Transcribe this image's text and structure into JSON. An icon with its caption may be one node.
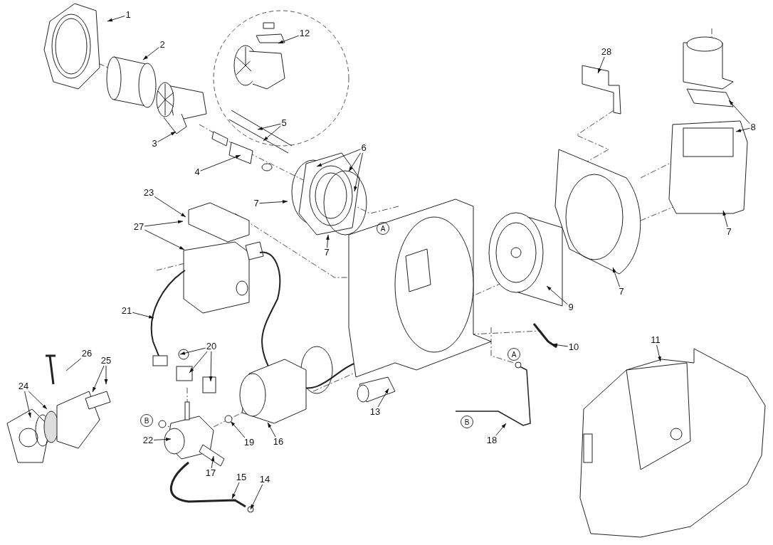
{
  "diagram": {
    "nodes": [
      {
        "text": [
          "1"
        ]
      },
      {
        "text": [
          "12"
        ]
      },
      {
        "text": [
          "2"
        ]
      },
      {
        "text": [
          "28"
        ]
      },
      {
        "text": [
          "5"
        ]
      },
      {
        "text": [
          "8"
        ]
      },
      {
        "text": [
          "3"
        ]
      },
      {
        "text": [
          "6"
        ]
      },
      {
        "text": [
          "4"
        ]
      },
      {
        "text": [
          "23"
        ]
      },
      {
        "text": [
          "7"
        ]
      },
      {
        "text": [
          "27"
        ]
      },
      {
        "text": [
          "7"
        ]
      },
      {
        "text": [
          "7"
        ]
      },
      {
        "text": [
          "7"
        ]
      },
      {
        "text": [
          "9"
        ]
      },
      {
        "text": [
          "21"
        ]
      },
      {
        "text": [
          "11"
        ]
      },
      {
        "text": [
          "20"
        ]
      },
      {
        "text": [
          "10"
        ]
      },
      {
        "text": [
          "26"
        ]
      },
      {
        "text": [
          "25"
        ]
      },
      {
        "text": [
          "24"
        ]
      },
      {
        "text": [
          "13"
        ]
      },
      {
        "text": [
          "22"
        ]
      },
      {
        "text": [
          "19"
        ]
      },
      {
        "text": [
          "18"
        ]
      },
      {
        "text": [
          "16"
        ]
      },
      {
        "text": [
          "17"
        ]
      },
      {
        "text": [
          "15"
        ]
      },
      {
        "text": [
          "14"
        ]
      }
    ],
    "edges": [
      {
        "from": 0,
        "to": null,
        "arrow": "to"
      },
      {
        "from": 1,
        "to": null,
        "arrow": "to"
      },
      {
        "from": 2,
        "to": null,
        "arrow": "to"
      },
      {
        "from": 3,
        "to": null,
        "arrow": "to"
      },
      {
        "from": 4,
        "to": null,
        "arrow": "to"
      },
      {
        "from": 4,
        "to": null,
        "arrow": "to"
      },
      {
        "from": 5,
        "to": null,
        "arrow": "to"
      },
      {
        "from": 5,
        "to": null,
        "arrow": "to"
      },
      {
        "from": 6,
        "to": null,
        "arrow": "to"
      },
      {
        "from": 7,
        "to": null,
        "arrow": "to"
      },
      {
        "from": 7,
        "to": null,
        "arrow": "to"
      },
      {
        "from": 7,
        "to": null,
        "arrow": "to"
      },
      {
        "from": 8,
        "to": null,
        "arrow": "to"
      },
      {
        "from": 9,
        "to": null,
        "arrow": "to"
      },
      {
        "from": 10,
        "to": null,
        "arrow": "to"
      },
      {
        "from": 11,
        "to": null,
        "arrow": "to"
      },
      {
        "from": 11,
        "to": null,
        "arrow": "to"
      },
      {
        "from": 12,
        "to": null,
        "arrow": "to"
      },
      {
        "from": 13,
        "to": null,
        "arrow": "to"
      },
      {
        "from": 14,
        "to": null,
        "arrow": "to"
      },
      {
        "from": 15,
        "to": null,
        "arrow": "to"
      },
      {
        "from": 16,
        "to": null,
        "arrow": "to"
      },
      {
        "from": 17,
        "to": null,
        "arrow": "to"
      },
      {
        "from": 18,
        "to": null,
        "arrow": "to"
      },
      {
        "from": 18,
        "to": null,
        "arrow": "to"
      },
      {
        "from": 18,
        "to": null,
        "arrow": "to"
      },
      {
        "from": 19,
        "to": null,
        "arrow": "to"
      },
      {
        "from": 20,
        "to": null,
        "arrow": "none"
      },
      {
        "from": 21,
        "to": null,
        "arrow": "to"
      },
      {
        "from": 21,
        "to": null,
        "arrow": "to"
      },
      {
        "from": 22,
        "to": null,
        "arrow": "to"
      },
      {
        "from": 22,
        "to": null,
        "arrow": "to"
      },
      {
        "from": 23,
        "to": null,
        "arrow": "to"
      },
      {
        "from": 24,
        "to": null,
        "arrow": "to"
      },
      {
        "from": 25,
        "to": null,
        "arrow": "to"
      },
      {
        "from": 26,
        "to": null,
        "arrow": "to"
      },
      {
        "from": 27,
        "to": null,
        "arrow": "to"
      },
      {
        "from": 28,
        "to": null,
        "arrow": "to"
      },
      {
        "from": 29,
        "to": null,
        "arrow": "to"
      },
      {
        "from": 30,
        "to": null,
        "arrow": "to"
      }
    ],
    "labels": [
      "A",
      "A",
      "B",
      "B"
    ]
  }
}
